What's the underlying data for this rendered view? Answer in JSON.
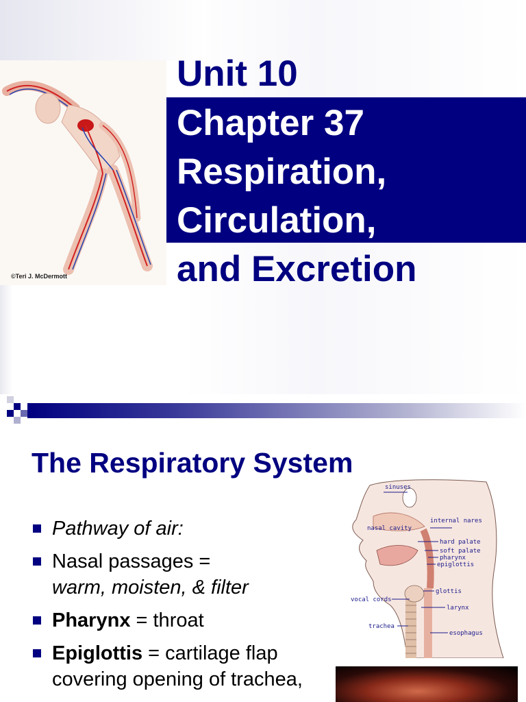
{
  "slide1": {
    "unit": "Unit 10",
    "chapter_lines": [
      "Chapter 37",
      "Respiration,",
      "Circulation,"
    ],
    "last_line": "and Excretion",
    "figure_credit": "©Teri J. McDermott"
  },
  "slide2": {
    "heading": "The Respiratory System",
    "bullets": {
      "b1": "Pathway of air:",
      "b2_line1": "Nasal passages =",
      "b2_line2": "warm, moisten, & filter",
      "b3_term": "Pharynx",
      "b3_rest": " = throat",
      "b4_term": "Epiglottis",
      "b4_rest": " = cartilage flap covering opening of trachea,"
    },
    "diagram_labels": {
      "sinuses": "sinuses",
      "internal_nares": "internal nares",
      "nasal_cavity": "nasal cavity",
      "hard_palate": "hard palate",
      "soft_palate": "soft palate",
      "pharynx": "pharynx",
      "epiglottis": "epiglottis",
      "glottis": "glottis",
      "vocal_cords": "vocal cords",
      "larynx": "larynx",
      "trachea": "trachea",
      "esophagus": "esophagus"
    }
  },
  "colors": {
    "navy": "#000080",
    "white": "#ffffff",
    "black": "#000000"
  }
}
